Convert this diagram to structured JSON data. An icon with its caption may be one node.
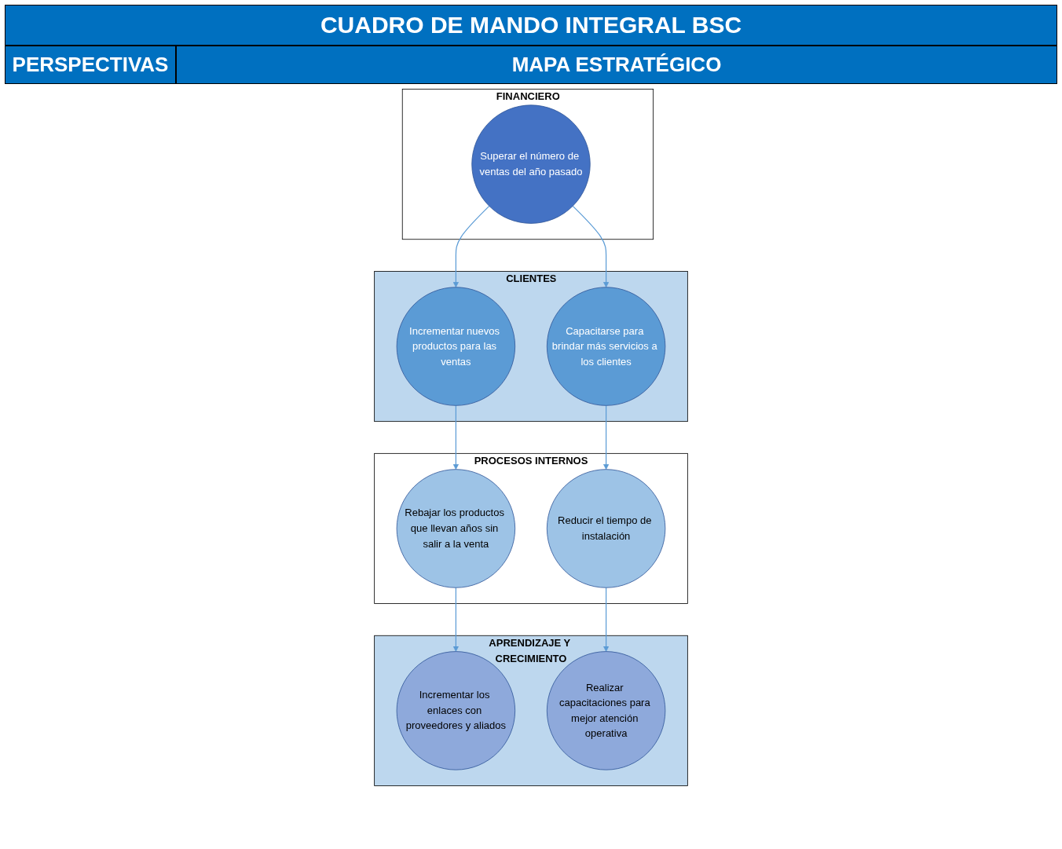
{
  "diagram": {
    "title": "CUADRO DE MANDO INTEGRAL BSC",
    "nodes": [
      {
        "text": [
          "FINANCIERO"
        ]
      },
      {
        "text": [
          "Superar el número de ventas del año pasado"
        ],
        "in": 0
      },
      {
        "text": [
          "CLIENTES"
        ]
      },
      {
        "text": [
          "Incrementar nuevos productos para las ventas"
        ],
        "in": 2
      },
      {
        "text": [
          "Capacitarse para brindar más servicios a los clientes"
        ],
        "in": 2
      },
      {
        "text": [
          "PROCESOS INTERNOS"
        ]
      },
      {
        "text": [
          "Reducir el tiempo de instalación"
        ],
        "in": 5
      },
      {
        "text": [
          "Rebajar los productos que llevan años sin salir a la venta"
        ],
        "in": 5
      },
      {
        "text": [
          "APRENDIZAJE Y CRECIMIENTO"
        ]
      },
      {
        "text": [
          "Incrementar los enlaces con proveedores y aliados"
        ],
        "in": 8
      },
      {
        "text": [
          "Realizar capacitaciones para mejor atención operativa"
        ],
        "in": 8
      }
    ],
    "edges": [
      {
        "from": 1,
        "to": 3,
        "arrow": "to"
      },
      {
        "from": 1,
        "to": 4,
        "arrow": "to"
      },
      {
        "from": 3,
        "to": 7,
        "arrow": "to"
      },
      {
        "from": 4,
        "to": 6,
        "arrow": "to"
      },
      {
        "from": 6,
        "to": 10,
        "arrow": "to"
      },
      {
        "from": 7,
        "to": 9,
        "arrow": "to"
      }
    ],
    "labels": [
      "PERSPECTIVAS",
      "MAPA ESTRATÉGICO"
    ]
  }
}
